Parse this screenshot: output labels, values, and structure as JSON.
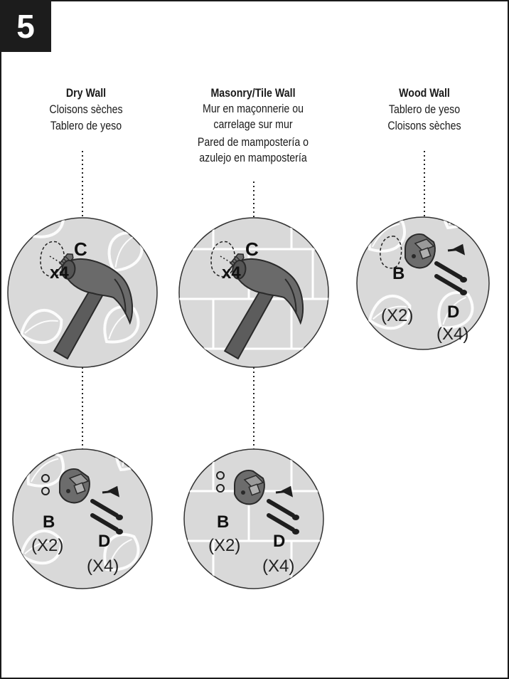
{
  "step": {
    "number": "5"
  },
  "columns": [
    {
      "title": "Dry Wall",
      "lines": [
        "Cloisons sèches",
        "Tablero de yeso"
      ]
    },
    {
      "title": "Masonry/Tile Wall",
      "lines": [
        "Mur en maçonnerie ou",
        "carrelage sur mur",
        "Pared de mampostería o",
        "azulejo en mampostería"
      ]
    },
    {
      "title": "Wood Wall",
      "lines": [
        "Tablero de yeso",
        "Cloisons sèches"
      ]
    }
  ],
  "labels": {
    "anchor_letter": "C",
    "anchor_qty": "x4",
    "bracket_letter": "B",
    "bracket_qty": "(X2)",
    "screw_letter": "D",
    "screw_qty": "(X4)"
  },
  "colors": {
    "circle_fill": "#d9d9d9",
    "badge": "#1c1c1c",
    "tool": "#5a5a5a"
  }
}
